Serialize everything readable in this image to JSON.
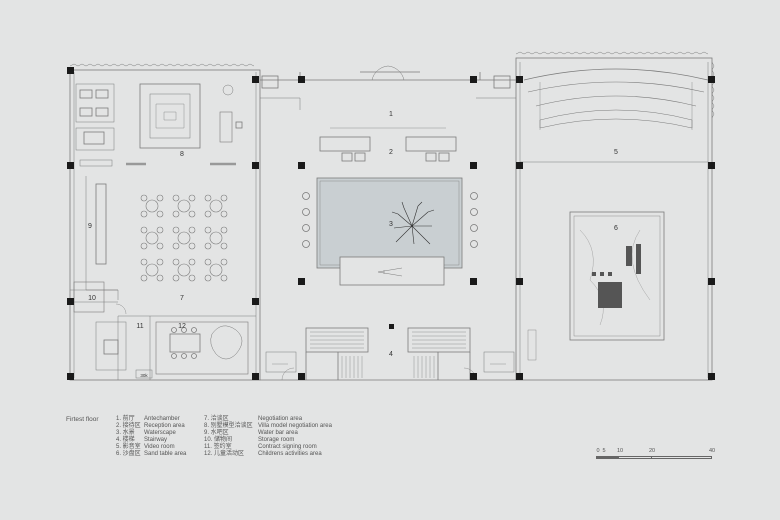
{
  "floor_title": "Firtest floor",
  "room_numbers": [
    "1",
    "2",
    "3",
    "4",
    "5",
    "6",
    "7",
    "8",
    "9",
    "10",
    "11",
    "12"
  ],
  "legend_left": [
    {
      "cn": "1. 前厅",
      "en": "Antechamber"
    },
    {
      "cn": "2. 接待区",
      "en": "Reception area"
    },
    {
      "cn": "3. 水景",
      "en": "Waterscape"
    },
    {
      "cn": "4. 楼梯",
      "en": "Stairway"
    },
    {
      "cn": "5. 影音室",
      "en": "Video room"
    },
    {
      "cn": "6. 沙盘区",
      "en": "Sand table area"
    }
  ],
  "legend_right": [
    {
      "cn": "7. 洽谈区",
      "en": "Negotiation area"
    },
    {
      "cn": "8. 别墅模型洽谈区",
      "en": "Villa model negotiation area"
    },
    {
      "cn": "9. 水吧区",
      "en": "Water bar area"
    },
    {
      "cn": "10. 储物间",
      "en": "Storage room"
    },
    {
      "cn": "11. 签约室",
      "en": "Contract signing room"
    },
    {
      "cn": "12. 儿童活动区",
      "en": "Childrens activities area"
    }
  ],
  "scale_labels": [
    "0",
    "5",
    "10",
    "20",
    "40"
  ],
  "small_label": "30k",
  "colors": {
    "background": "#e3e4e4",
    "line": "#7b7b7b",
    "column": "#1a1a1a",
    "water": "#c9cfd2"
  }
}
